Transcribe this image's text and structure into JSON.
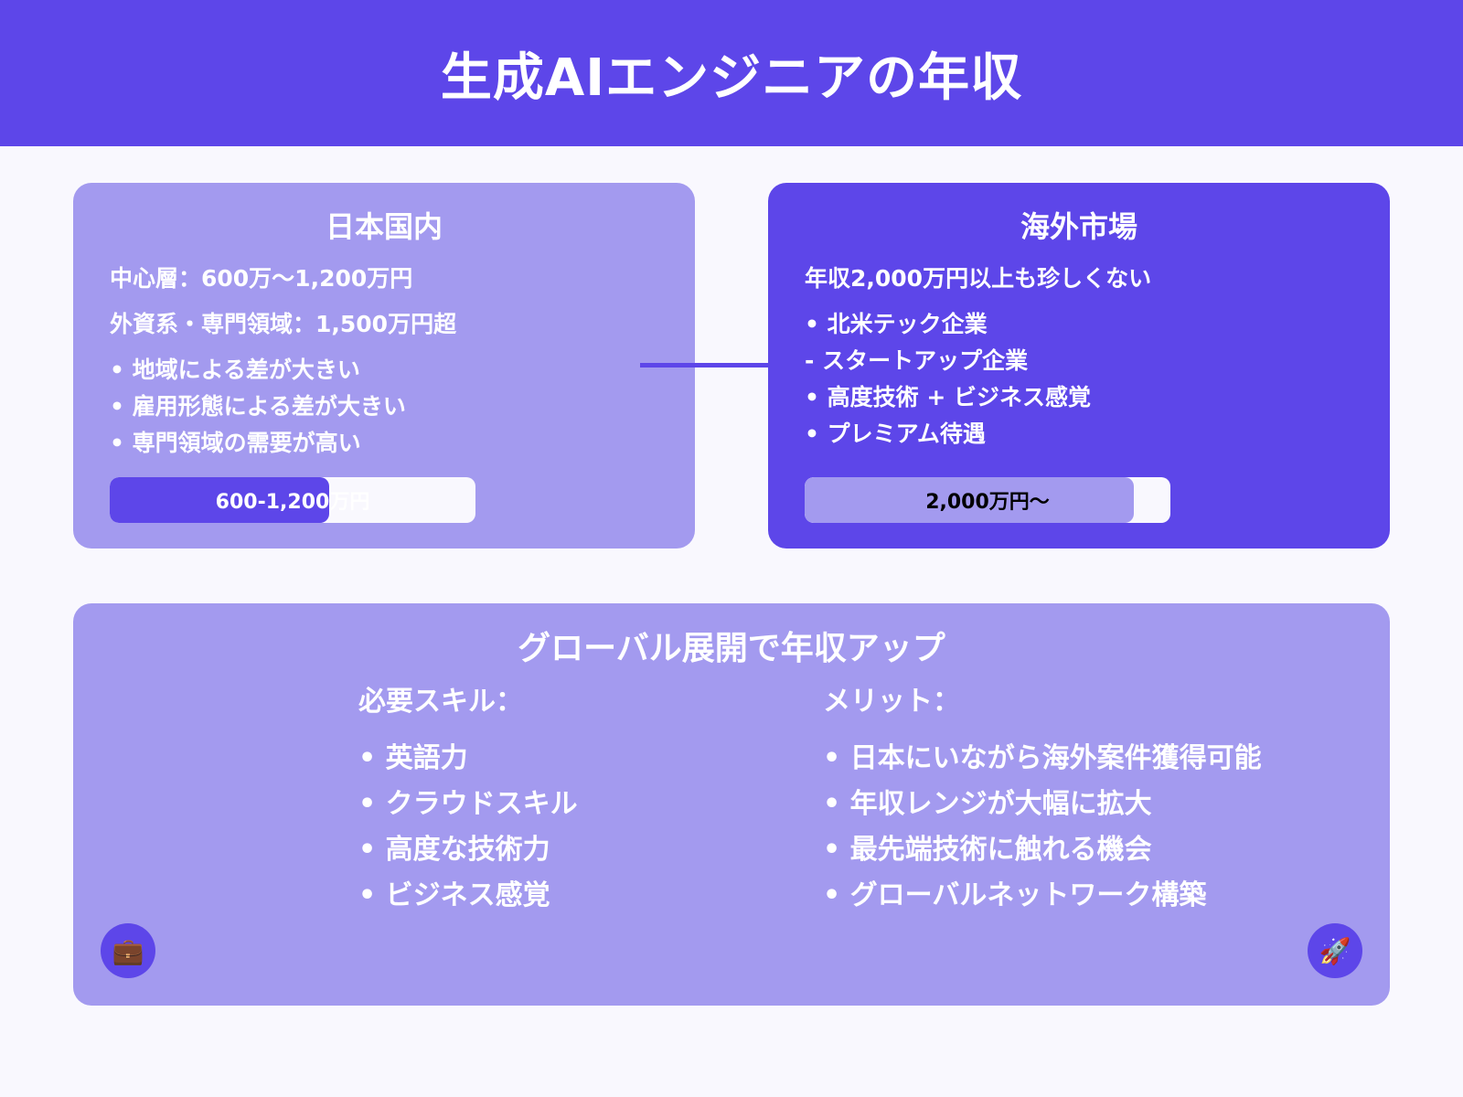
{
  "title": "生成AIエンジニアの年収",
  "domestic": {
    "heading": "日本国内",
    "lines": [
      "中心層：600万〜1,200万円",
      "外資系・専門領域：1,500万円超"
    ],
    "bullets": [
      "• 地域による差が大きい",
      "• 雇用形態による差が大きい",
      "• 専門領域の需要が高い"
    ],
    "bar_label": "600-1,200万円",
    "bar_fill_percent": 60
  },
  "overseas": {
    "heading": "海外市場",
    "lines": [
      "年収2,000万円以上も珍しくない"
    ],
    "bullets": [
      "• 北米テック企業",
      "- スタートアップ企業",
      "• 高度技術 + ビジネス感覚",
      "• プレミアム待遇"
    ],
    "bar_label": "2,000万円〜",
    "bar_fill_percent": 90
  },
  "global": {
    "heading": "グローバル展開で年収アップ",
    "skills": {
      "heading": "必要スキル：",
      "items": [
        "• 英語力",
        "• クラウドスキル",
        "• 高度な技術力",
        "• ビジネス感覚"
      ]
    },
    "merits": {
      "heading": "メリット：",
      "items": [
        "• 日本にいながら海外案件獲得可能",
        "• 年収レンジが大幅に拡大",
        "• 最先端技術に触れる機会",
        "• グローバルネットワーク構築"
      ]
    },
    "icons": {
      "left": "💼",
      "right": "🚀"
    }
  },
  "colors": {
    "primary": "#5d46e9",
    "light": "#a39aef",
    "background": "#f9f8fe"
  }
}
